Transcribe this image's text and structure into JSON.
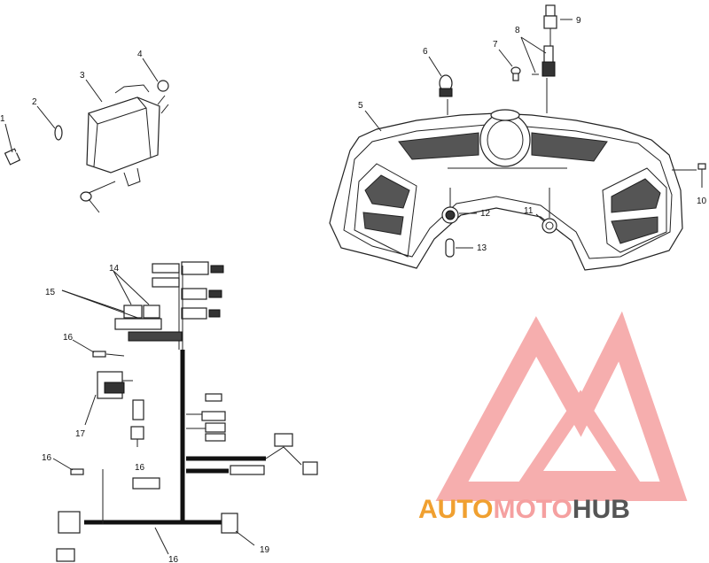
{
  "callouts": {
    "c1": "1",
    "c2": "2",
    "c3": "3",
    "c4": "4",
    "c5": "5",
    "c6": "6",
    "c7": "7",
    "c8": "8",
    "c9": "9",
    "c10": "10",
    "c11": "11",
    "c12": "12",
    "c13": "13",
    "c14": "14",
    "c15": "15",
    "c16a": "16",
    "c16b": "16",
    "c16c": "16",
    "c16d": "16",
    "c17": "17",
    "c19": "19"
  },
  "watermark": {
    "word1": "AUTO",
    "word2": "MOTO",
    "word3": "HUB",
    "color_primary": "#f5a0a0",
    "color_accent": "#f0a030",
    "color_dark": "#555555"
  }
}
